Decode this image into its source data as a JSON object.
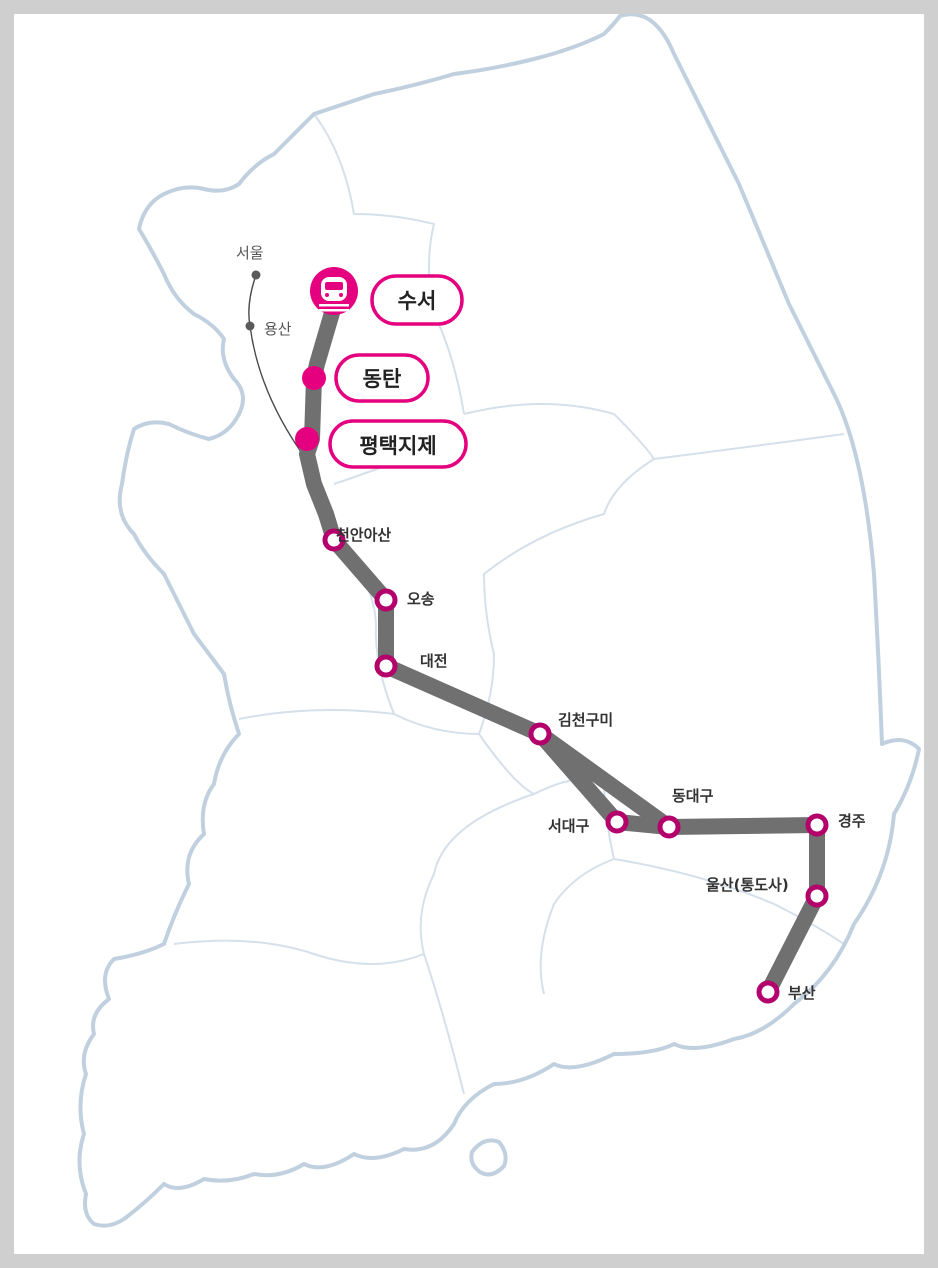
{
  "map": {
    "legacy_stations": [
      {
        "id": "seoul",
        "name": "서울"
      },
      {
        "id": "yongsan",
        "name": "용산"
      }
    ],
    "origin_station": {
      "id": "suseo",
      "name": "수서",
      "icon": "train-icon"
    },
    "major_stations": [
      {
        "id": "dongtan",
        "name": "동탄"
      },
      {
        "id": "pyeongtaek",
        "name": "평택지제"
      }
    ],
    "stations": [
      {
        "id": "cheonan",
        "name": "천안아산"
      },
      {
        "id": "osong",
        "name": "오송"
      },
      {
        "id": "daejeon",
        "name": "대전"
      },
      {
        "id": "gimcheon",
        "name": "김천구미"
      },
      {
        "id": "seodaegu",
        "name": "서대구"
      },
      {
        "id": "dongdaegu",
        "name": "동대구"
      },
      {
        "id": "gyeongju",
        "name": "경주"
      },
      {
        "id": "ulsan",
        "name": "울산(통도사)"
      },
      {
        "id": "busan",
        "name": "부산"
      }
    ],
    "colors": {
      "route": "#707070",
      "accent": "#e4007f",
      "station_ring": "#b3006b",
      "coastline": "#c0d0de",
      "region_border": "#d5e0ea"
    }
  }
}
